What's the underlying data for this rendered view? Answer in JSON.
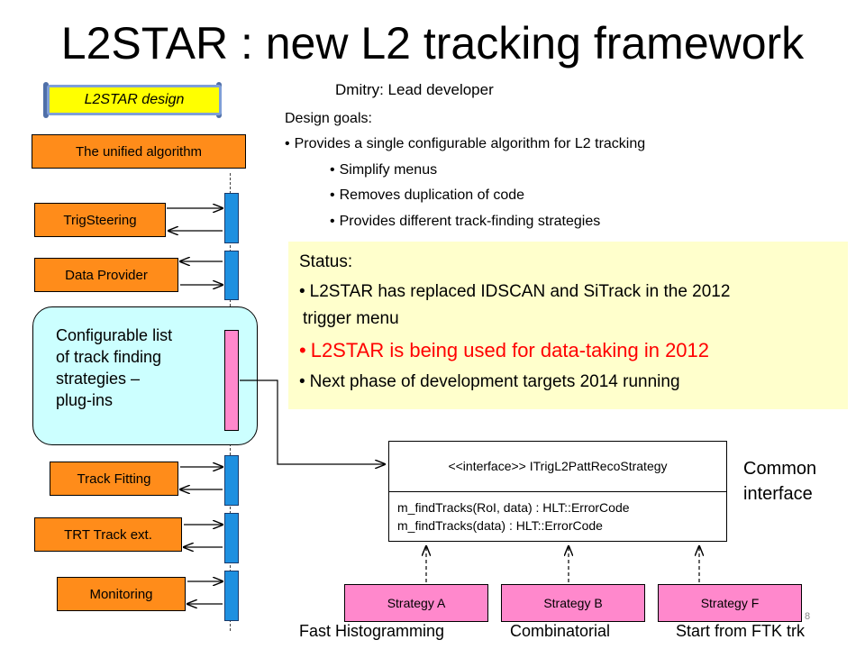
{
  "slide": {
    "title": "L2STAR : new L2 tracking framework",
    "design_tag": "L2STAR design",
    "page_number": "8"
  },
  "left_column": {
    "unified": "The unified algorithm",
    "steering": "TrigSteering",
    "data_provider": "Data Provider",
    "configurable": "Configurable list\nof track finding\nstrategies –\nplug-ins",
    "track_fitting": "Track Fitting",
    "trt": "TRT Track ext.",
    "monitoring": "Monitoring"
  },
  "goals": {
    "developer": "Dmitry: Lead developer",
    "heading": "Design goals:",
    "main": "Provides a single configurable algorithm for L2 tracking",
    "sub": [
      "Simplify menus",
      "Removes duplication of code",
      "Provides different track-finding strategies"
    ]
  },
  "status": {
    "heading": "Status:",
    "line1a": "L2STAR has replaced IDSCAN and SiTrack in the 2012",
    "line1b": "trigger menu",
    "line2": "L2STAR is being used for data-taking in 2012",
    "line3": "Next phase of development targets 2014 running",
    "highlight_color": "#ff0000"
  },
  "interface": {
    "title": "<<interface>> ITrigL2PattRecoStrategy",
    "method1": "m_findTracks(RoI, data) : HLT::ErrorCode",
    "method2": "m_findTracks(data) : HLT::ErrorCode",
    "note": "Common\ninterface"
  },
  "strategies": [
    {
      "name": "Strategy A",
      "label": "Fast Histogramming"
    },
    {
      "name": "Strategy B",
      "label": "Combinatorial"
    },
    {
      "name": "Strategy F",
      "label": "Start from FTK trk"
    }
  ]
}
